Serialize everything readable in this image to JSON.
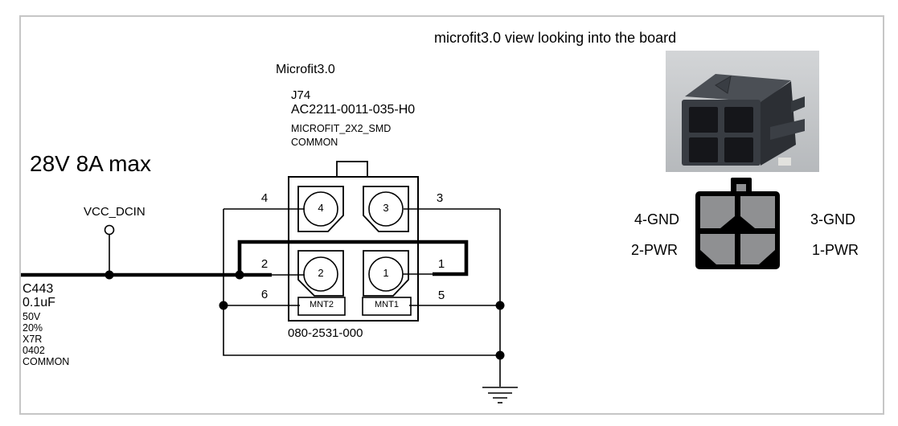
{
  "page": {
    "title": "microfit3.0 view looking into the board",
    "power_rating": "28V 8A max"
  },
  "net": {
    "name": "VCC_DCIN"
  },
  "connector": {
    "family": "Microfit3.0",
    "refdes": "J74",
    "mpn": "AC2211-0011-035-H0",
    "footprint": "MICROFIT_2X2_SMD",
    "library": "COMMON",
    "part_code": "080-2531-000",
    "pins": {
      "p1": "1",
      "p2": "2",
      "p3": "3",
      "p4": "4",
      "p5": "5",
      "p6": "6"
    },
    "mounts": {
      "mnt1": "MNT1",
      "mnt2": "MNT2"
    }
  },
  "capacitor": {
    "refdes": "C443",
    "value": "0.1uF",
    "voltage": "50V",
    "tolerance": "20%",
    "dielectric": "X7R",
    "package": "0402",
    "library": "COMMON"
  },
  "pinout_legend": {
    "pin4": "4-GND",
    "pin3": "3-GND",
    "pin2": "2-PWR",
    "pin1": "1-PWR"
  },
  "colors": {
    "wire": "#000000",
    "frame_border": "#c6c6c6",
    "legend_gray": "#8f9092",
    "photo_bg": "#c9ccce"
  }
}
